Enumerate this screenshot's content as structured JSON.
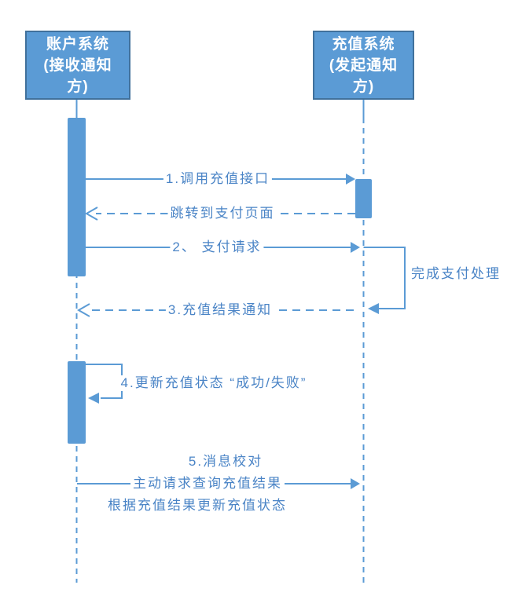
{
  "diagram_type": "uml-sequence-diagram",
  "colors": {
    "node_fill": "#5b9bd5",
    "node_border": "#41719c",
    "line": "#5b9bd5",
    "label_text": "#4a84c6",
    "background": "#ffffff"
  },
  "actors": [
    {
      "id": "account-system",
      "label": "账户系统\n(接收通知\n方)"
    },
    {
      "id": "recharge-system",
      "label": "充值系统\n(发起通知\n方)"
    }
  ],
  "messages": {
    "m1": {
      "label": "1.调用充值接口",
      "type": "solid-call",
      "from": "account-system",
      "to": "recharge-system"
    },
    "m2": {
      "label": "跳转到支付页面",
      "type": "dashed-return",
      "from": "recharge-system",
      "to": "account-system"
    },
    "m3": {
      "label": "2、 支付请求",
      "type": "solid-call",
      "from": "account-system",
      "to": "recharge-system"
    },
    "loop_right": {
      "label": "完成支付处理",
      "type": "self-message",
      "actor": "recharge-system"
    },
    "m4": {
      "label": "3.充值结果通知",
      "type": "dashed-return",
      "from": "recharge-system",
      "to": "account-system"
    },
    "loop_left": {
      "label": "4.更新充值状态 “成功/失败”",
      "type": "self-message",
      "actor": "account-system"
    },
    "m5": {
      "lines": [
        "5.消息校对",
        "主动请求查询充值结果",
        "根据充值结果更新充值状态"
      ],
      "type": "solid-call",
      "from": "account-system",
      "to": "recharge-system"
    }
  }
}
